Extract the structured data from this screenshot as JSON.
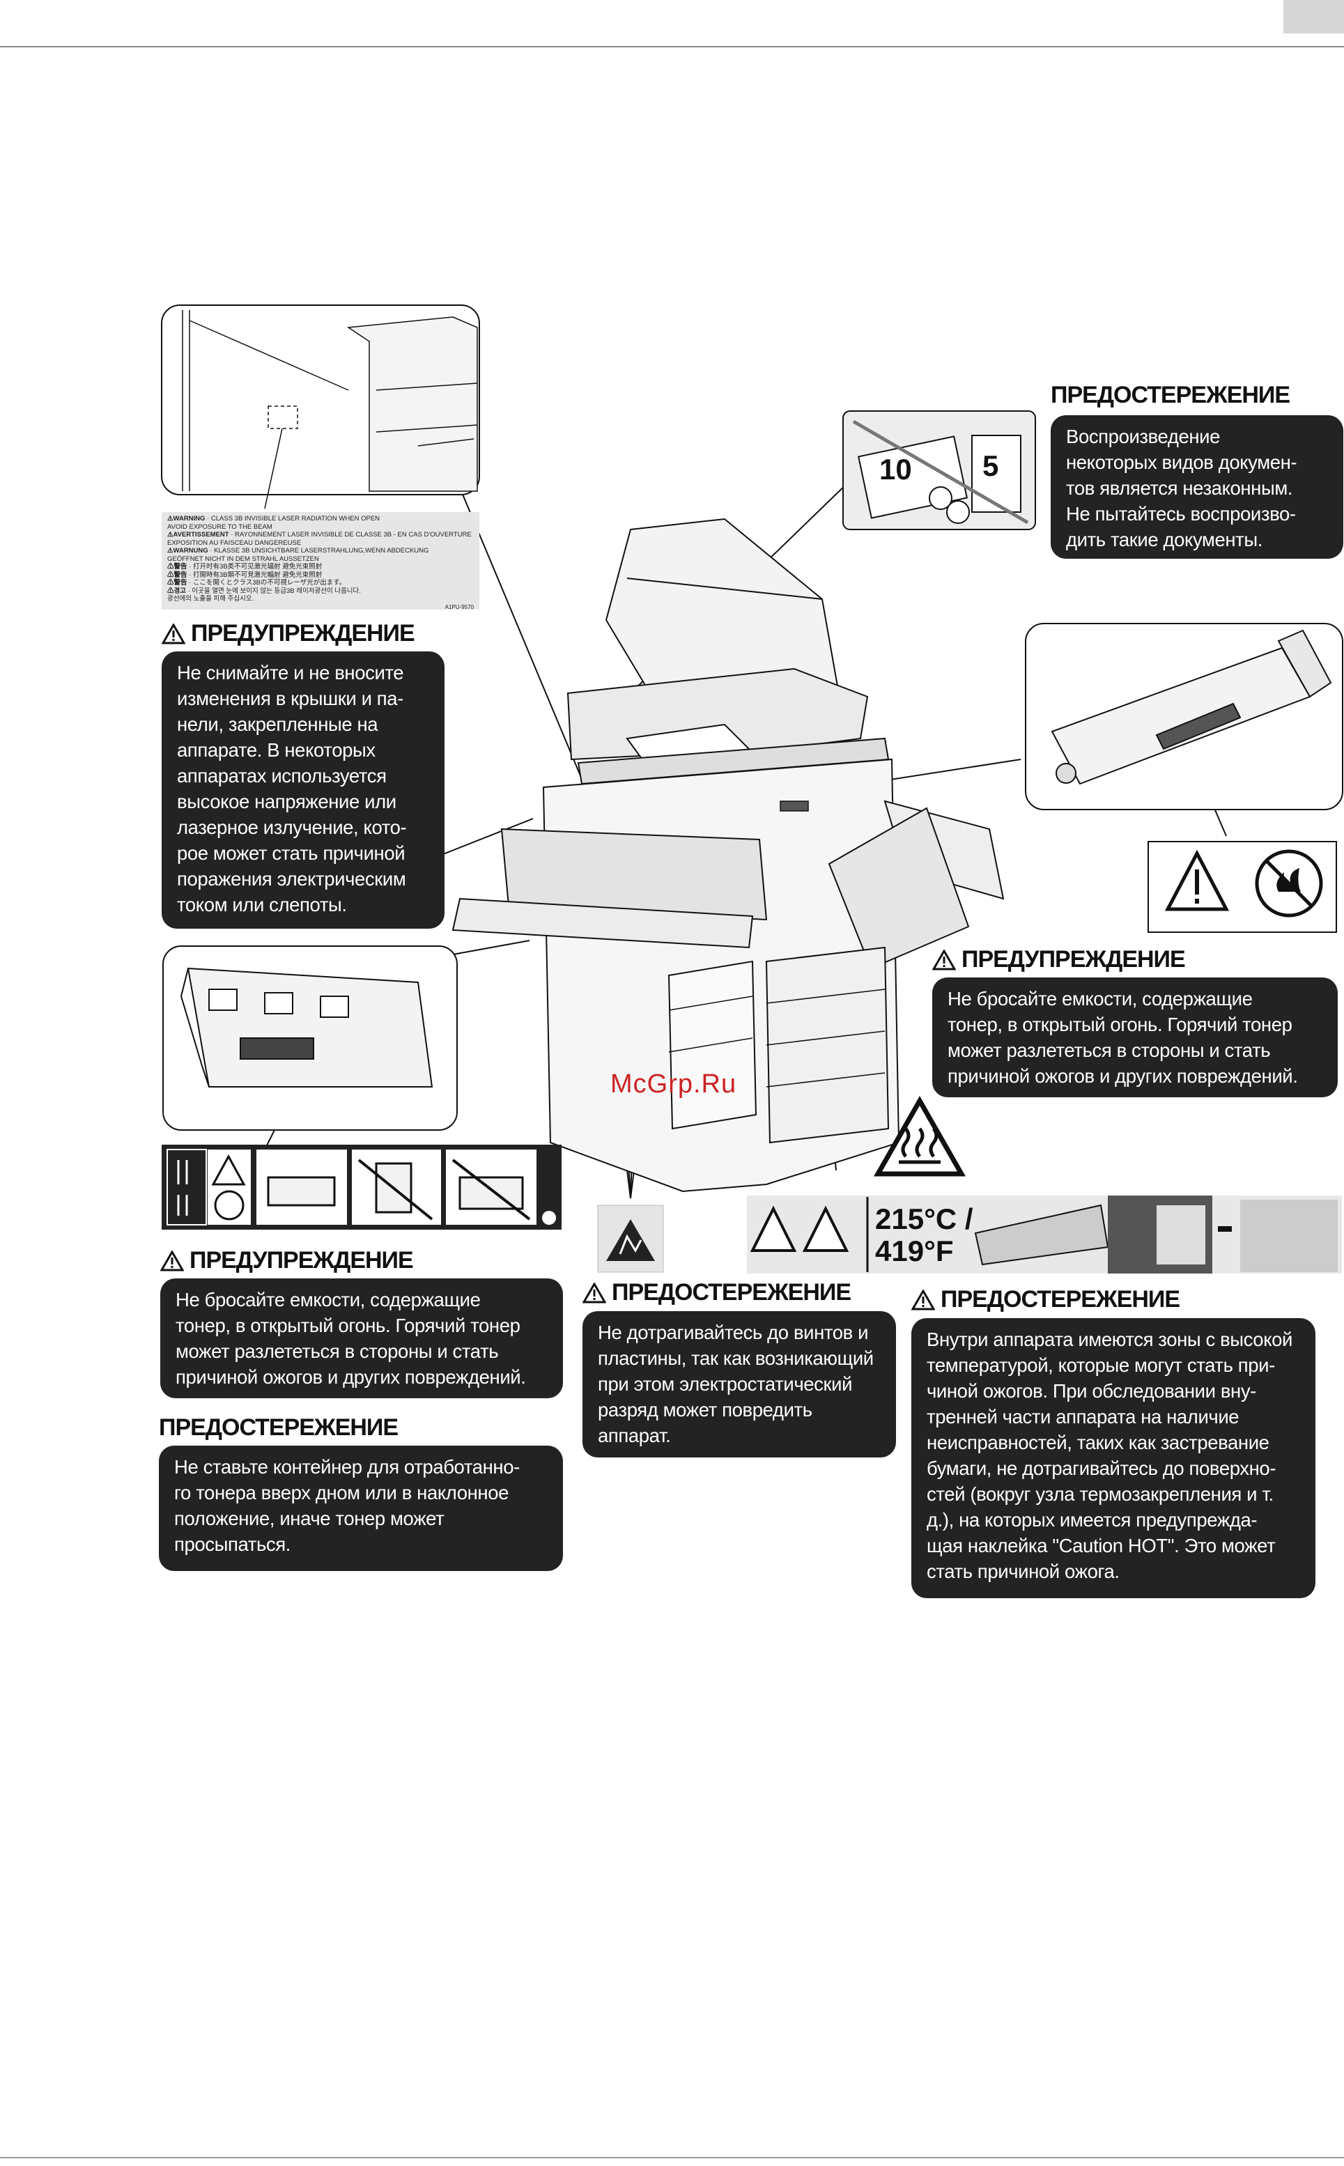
{
  "warning_label": {
    "rows": [
      {
        "tag": "⚠WARNING",
        "text": "· CLASS 3B INVISIBLE LASER RADIATION WHEN OPEN"
      },
      {
        "tag": "",
        "text": "  AVOID EXPOSURE TO THE BEAM"
      },
      {
        "tag": "⚠AVERTISSEMENT",
        "text": "· RAYONNEMENT LASER INVISIBLE DE CLASSE 3B - EN CAS D'OUVERTURE"
      },
      {
        "tag": "",
        "text": "  EXPOSITION AU FAISCEAU DANGEREUSE"
      },
      {
        "tag": "⚠WARNUNG",
        "text": "· KLASSE 3B UNSICHTBARE LASERSTRAHLUNG,WENN ABDECKUNG"
      },
      {
        "tag": "",
        "text": "  GEÖFFNET NICHT IN DEM STRAHL AUSSETZEN"
      },
      {
        "tag": "⚠警告",
        "text": "· 打开时有3B类不可见激光辐射 避免光束照射"
      },
      {
        "tag": "⚠警告",
        "text": "· 打開時有3B類不可見激光輻射 避免光束照射"
      },
      {
        "tag": "⚠警告",
        "text": "· ここを開くとクラス3Bの不可視レーザ光が出ます。"
      },
      {
        "tag": "⚠경고",
        "text": "· 이곳을 열면 눈에 보이지 않는 등급3B 레이저광선이 나옵니다."
      },
      {
        "tag": "",
        "text": "  광선에의 노출을 피해 주십시오."
      }
    ],
    "code": "A1PU-9570"
  },
  "caution_copy": {
    "heading": "ПРЕДОСТЕРЕЖЕНИЕ",
    "lines": [
      "Воспроизведение",
      "некоторых видов докумен-",
      "тов является незаконным.",
      "Не пытайтесь воспроизво-",
      "дить такие документы."
    ],
    "banknote_value": "10",
    "stamp_value": "5"
  },
  "warning_covers": {
    "heading": "ПРЕДУПРЕЖДЕНИЕ",
    "lines": [
      "Не снимайте и не вносите",
      "изменения в крышки и па-",
      "нели, закрепленные на",
      "аппарате. В некоторых",
      "аппаратах используется",
      "высокое напряжение или",
      "лазерное излучение, кото-",
      "рое может стать причиной",
      "поражения электрическим",
      "током или слепоты."
    ]
  },
  "warning_toner_right": {
    "heading": "ПРЕДУПРЕЖДЕНИЕ",
    "lines": [
      "Не бросайте емкости, содержащие",
      "тонер, в открытый огонь. Горячий тонер",
      "может разлететься в стороны и стать",
      "причиной ожогов и других повреждений."
    ]
  },
  "watermark": "McGrp.Ru",
  "warning_toner_left": {
    "heading": "ПРЕДУПРЕЖДЕНИЕ",
    "lines": [
      "Не бросайте емкости, содержащие",
      "тонер, в открытый огонь. Горячий тонер",
      "может разлететься в стороны и стать",
      "причиной ожогов и других повреждений."
    ]
  },
  "caution_waste": {
    "heading": "ПРЕДОСТЕРЕЖЕНИЕ",
    "lines": [
      "Не ставьте контейнер для отработанно-",
      "го тонера вверх дном или в наклонное",
      "положение, иначе тонер может",
      "просыпаться."
    ]
  },
  "caution_static": {
    "heading": "ПРЕДОСТЕРЕЖЕНИЕ",
    "lines": [
      "Не дотрагивайтесь до винтов и",
      "пластины, так как возникающий",
      "при этом электростатический",
      "разряд может повредить",
      "аппарат."
    ]
  },
  "caution_hot": {
    "heading": "ПРЕДОСТЕРЕЖЕНИЕ",
    "lines": [
      "Внутри аппарата имеются зоны с высокой",
      "температурой, которые могут стать при-",
      "чиной ожогов. При обследовании вну-",
      "тренней части аппарата на наличие",
      "неисправностей, таких как застревание",
      "бумаги, не дотрагивайтесь до поверхно-",
      "стей (вокруг узла термозакрепления и т.",
      "д.), на которых имеется предупрежда-",
      "щая наклейка \"Caution HOT\". Это может",
      "стать причиной ожога."
    ],
    "temp_c": "215°C /",
    "temp_f": "419°F"
  }
}
